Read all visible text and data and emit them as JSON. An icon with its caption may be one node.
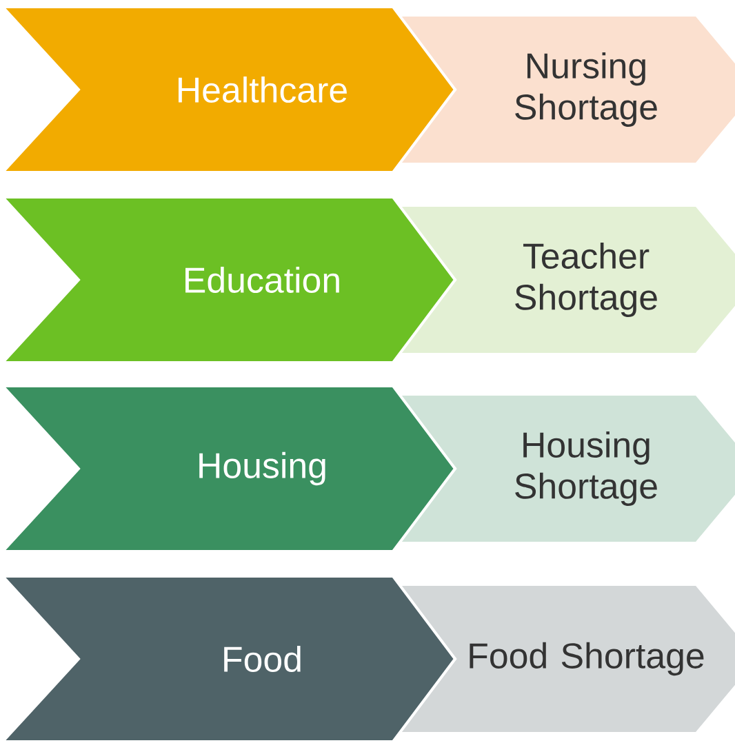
{
  "diagram": {
    "nodes": [
      {
        "text": [
          "Healthcare"
        ]
      },
      {
        "text": [
          "Nursing Shortage"
        ]
      },
      {
        "text": [
          "Education"
        ]
      },
      {
        "text": [
          "Teacher Shortage"
        ]
      },
      {
        "text": [
          "Housing"
        ]
      },
      {
        "text": [
          "Housing Shortage"
        ]
      },
      {
        "text": [
          "Food"
        ]
      },
      {
        "text": [
          "Food Shortage"
        ]
      }
    ]
  }
}
